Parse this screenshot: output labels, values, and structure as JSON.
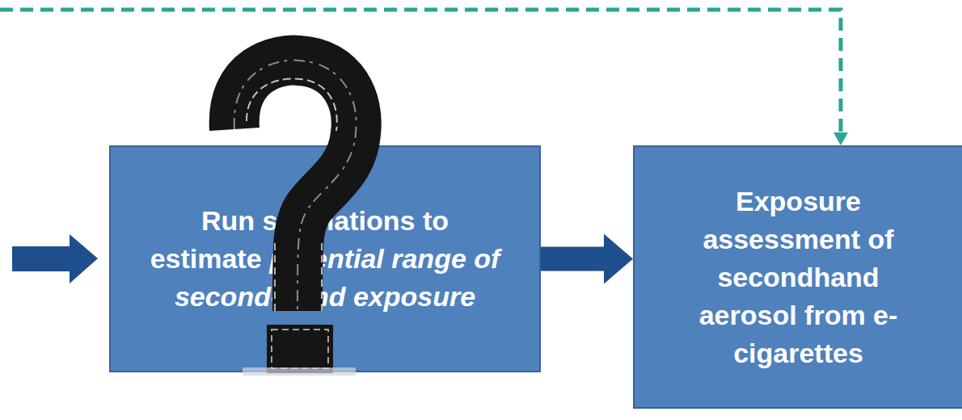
{
  "diagram": {
    "nodes": [
      {
        "text": [
          "Run simulations to estimate",
          "potential range of second-hand exposure"
        ]
      },
      {
        "text": [
          "Exposure assessment of secondhand aerosol from e-cigarettes"
        ]
      }
    ],
    "edges": [
      {
        "from": 0,
        "to": 1,
        "arrow": "to"
      }
    ]
  }
}
